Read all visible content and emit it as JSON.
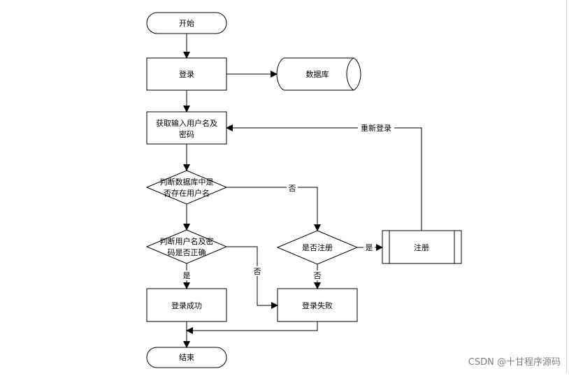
{
  "diagram": {
    "nodes": {
      "start": {
        "label": "开始"
      },
      "login": {
        "label": "登录"
      },
      "db": {
        "label": "数据库"
      },
      "get_input": {
        "line1": "获取输入用户名及",
        "line2": "密码"
      },
      "check_exists": {
        "line1": "判断数据库中是",
        "line2": "否存在用户名"
      },
      "check_correct": {
        "line1": "判断用户名及密",
        "line2": "码是否正确"
      },
      "register_q": {
        "label": "是否注册"
      },
      "register": {
        "label": "注册"
      },
      "success": {
        "label": "登录成功"
      },
      "fail": {
        "label": "登录失败"
      },
      "end": {
        "label": "结束"
      }
    },
    "edges": {
      "exists_no": "否",
      "correct_yes": "是",
      "correct_no": "否",
      "register_yes": "是",
      "register_no": "否",
      "relogin": "重新登录"
    }
  },
  "watermark": "CSDN @十甘程序源码"
}
